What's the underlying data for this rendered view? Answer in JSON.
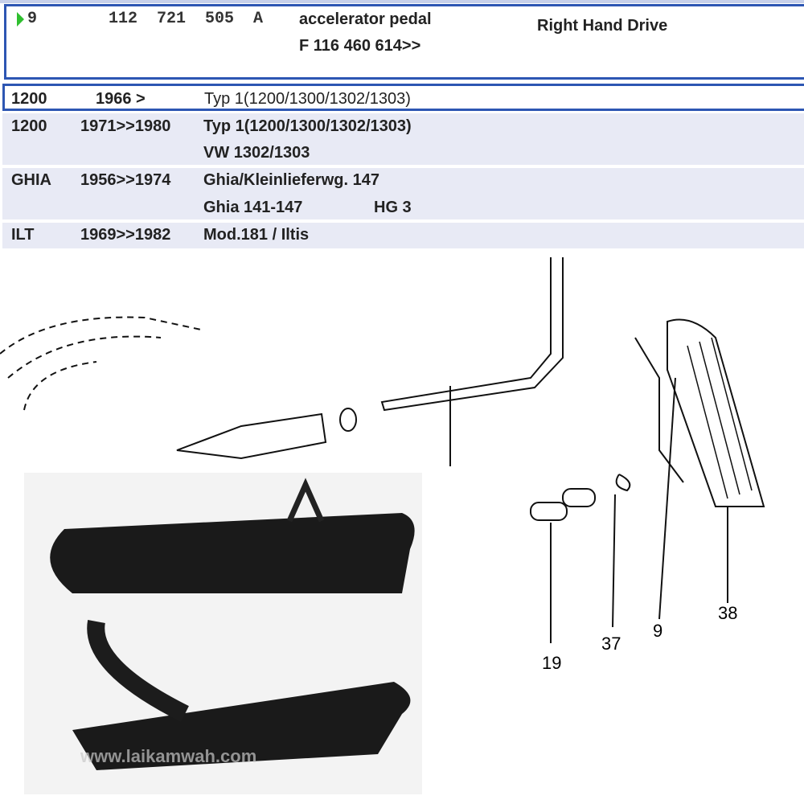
{
  "part": {
    "pos": "9",
    "number": "112  721  505  A",
    "name": "accelerator pedal",
    "note": "F 116  460 614>>",
    "remark": "Right Hand Drive"
  },
  "rows": [
    {
      "model": "1200",
      "years": "1966 >",
      "desc": [
        "Typ 1(1200/1300/1302/1303)"
      ]
    },
    {
      "model": "1200",
      "years": "1971>>1980",
      "desc": [
        "Typ 1(1200/1300/1302/1303)",
        "VW 1302/1303"
      ]
    },
    {
      "model": "GHIA",
      "years": "1956>>1974",
      "desc": [
        "Ghia/Kleinlieferwg. 147",
        "Ghia 141-147"
      ],
      "extra": "HG 3"
    },
    {
      "model": "ILT",
      "years": "1969>>1982",
      "desc": [
        "Mod.181 / Iltis"
      ]
    }
  ],
  "diagram": {
    "labels": [
      "19",
      "37",
      "9",
      "38"
    ]
  },
  "photo": {
    "watermark": "www.laikamwah.com"
  },
  "colors": {
    "border": "#2d56b3",
    "row_bg": "#e8eaf5",
    "marker": "#2fbf2f"
  }
}
